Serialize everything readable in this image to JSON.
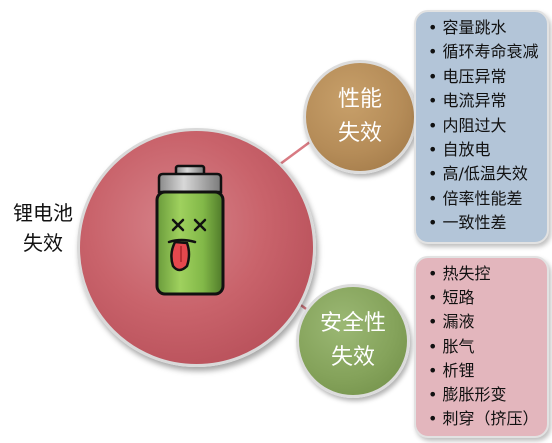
{
  "main": {
    "label": "锂电池\n失效",
    "color": "#c9636b"
  },
  "performance": {
    "title": "性能\n失效",
    "color": "#b58c58",
    "items": [
      "容量跳水",
      "循环寿命衰减",
      "电压异常",
      "电流异常",
      "内阻过大",
      "自放电",
      "高/低温失效",
      "倍率性能差",
      "一致性差"
    ]
  },
  "safety": {
    "title": "安全性\n失效",
    "color": "#85a35b",
    "items": [
      "热失控",
      "短路",
      "漏液",
      "胀气",
      "析锂",
      "膨胀形变",
      "刺穿（挤压）"
    ]
  },
  "icon": "sick-battery-icon"
}
